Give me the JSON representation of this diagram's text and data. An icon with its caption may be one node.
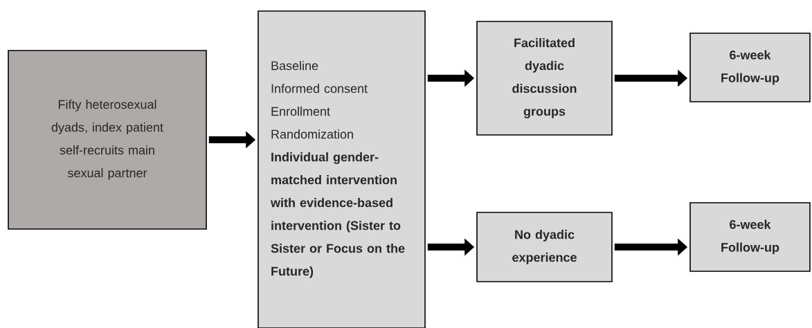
{
  "diagram": {
    "nodes": [
      {
        "text": [
          "Fifty heterosexual dyads, index patient self-recruits main sexual partner"
        ]
      },
      {
        "text": [
          "Baseline",
          "Informed consent",
          "Enrollment",
          "Randomization",
          "Individual gender-matched intervention with evidence-based intervention (Sister to Sister or Focus on the Future)"
        ]
      },
      {
        "text": [
          "Facilitated dyadic discussion groups"
        ]
      },
      {
        "text": [
          "No dyadic experience"
        ]
      },
      {
        "text": [
          "6-week Follow-up"
        ]
      },
      {
        "text": [
          "6-week Follow-up"
        ]
      }
    ],
    "edges": [
      {
        "from": 0,
        "to": 1,
        "arrow": "to"
      },
      {
        "from": 1,
        "to": 2,
        "arrow": "to"
      },
      {
        "from": 1,
        "to": 3,
        "arrow": "to"
      },
      {
        "from": 2,
        "to": 4,
        "arrow": "to"
      },
      {
        "from": 3,
        "to": 5,
        "arrow": "to"
      }
    ]
  }
}
